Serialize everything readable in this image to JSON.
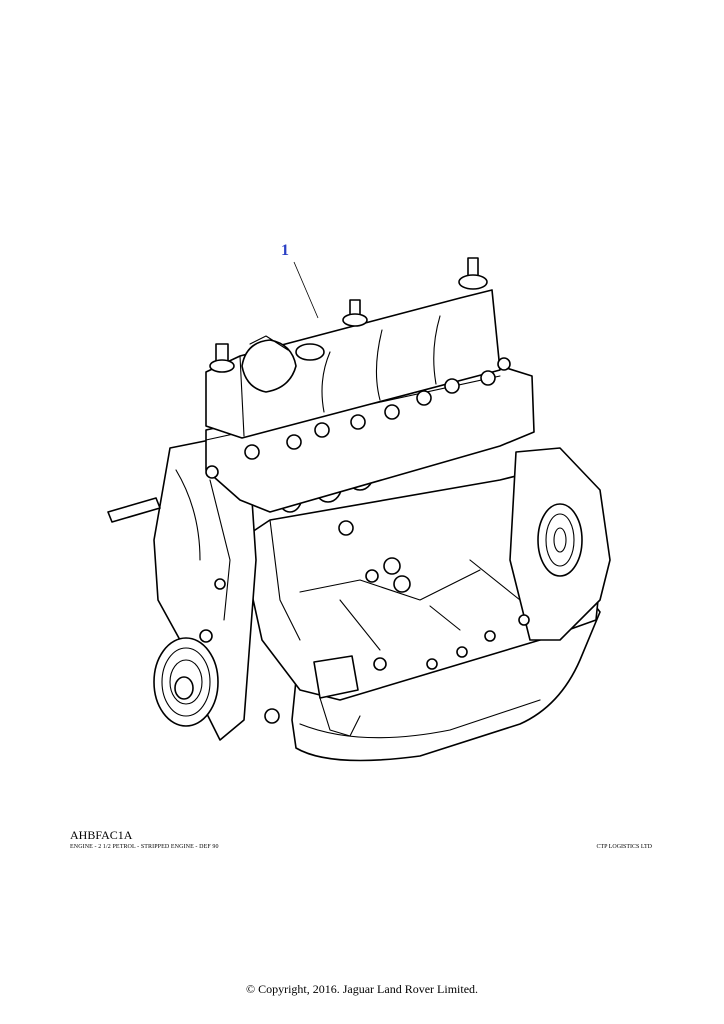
{
  "callout": {
    "label": "1"
  },
  "caption": {
    "code": "AHBFAC1A",
    "description": "ENGINE - 2 1/2 PETROL - STRIPPED ENGINE - DEF 90",
    "company": "CTP LOGISTICS LTD"
  },
  "footer": {
    "copyright": "© Copyright, 2016. Jaguar Land Rover Limited."
  },
  "colors": {
    "callout": "#2a3fc4",
    "line": "#000000",
    "background": "#ffffff"
  }
}
